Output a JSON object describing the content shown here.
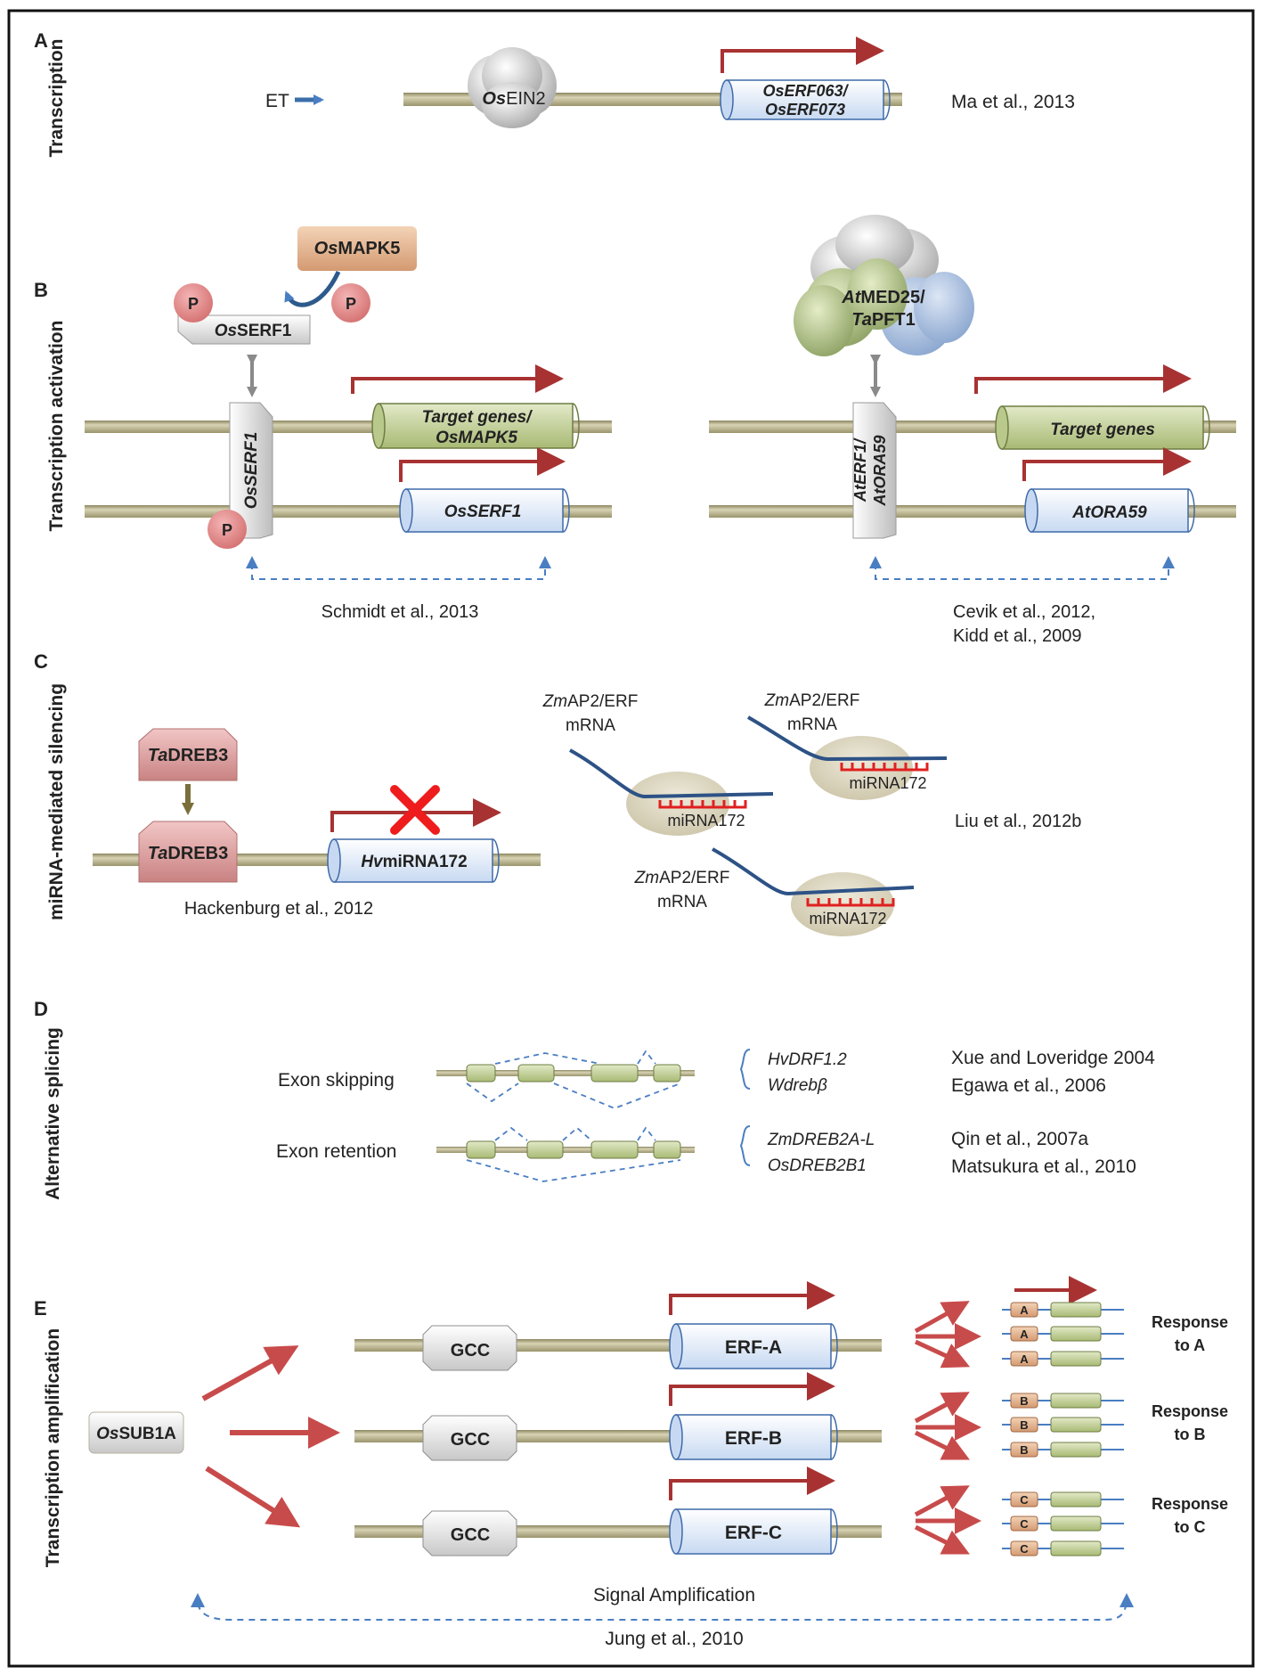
{
  "panels": {
    "A": {
      "letter": "A",
      "title": "Transcription",
      "signal": "ET",
      "protein_it": "Os",
      "protein": "EIN2",
      "gene_line1": "OsERF063/",
      "gene_line2": "OsERF073",
      "ref": "Ma et al., 2013"
    },
    "B": {
      "letter": "B",
      "title": "Transcription activation",
      "kinase_it": "Os",
      "kinase": "MAPK5",
      "phospho": "P",
      "serf_it": "Os",
      "serf": "SERF1",
      "tf_vertical": "OsSERF1",
      "target_line1": "Target genes/",
      "target_line2": "OsMAPK5",
      "serf_gene": "OsSERF1",
      "ref_left": "Schmidt et al., 2013",
      "med_it": "At",
      "med": "MED25/",
      "pft_it": "Ta",
      "pft": "PFT1",
      "erf_vertical_line1": "AtERF1/",
      "erf_vertical_line2": "AtORA59",
      "target_right": "Target genes",
      "ora_gene": "AtORA59",
      "ref_right_line1": "Cevik et al., 2012,",
      "ref_right_line2": "Kidd et al., 2009"
    },
    "C": {
      "letter": "C",
      "title": "miRNA-mediated silencing",
      "dreb_it": "Ta",
      "dreb": "DREB3",
      "mirna_gene_it": "Hv",
      "mirna_gene": "miRNA172",
      "ref_left": "Hackenburg  et al., 2012",
      "zm_it": "Zm",
      "zm": "AP2/ERF",
      "mrna": "mRNA",
      "mirna": "miRNA172",
      "ref_right": "Liu et al., 2012b"
    },
    "D": {
      "letter": "D",
      "title": "Alternative splicing",
      "row1_label": "Exon skipping",
      "row2_label": "Exon retention",
      "genes1": [
        "HvDRF1.2",
        "Wdrebβ"
      ],
      "genes2": [
        "ZmDREB2A-L",
        "OsDREB2B1"
      ],
      "refs1": [
        "Xue and Loveridge 2004",
        "Egawa et al., 2006"
      ],
      "refs2": [
        "Qin et al., 2007a",
        "Matsukura et al., 2010"
      ]
    },
    "E": {
      "letter": "E",
      "title": "Transcription amplification",
      "sub_it": "Os",
      "sub": "SUB1A",
      "element": "GCC",
      "rows": [
        {
          "erf": "ERF-A",
          "box": "A",
          "response_line1": "Response",
          "response_line2": "to A"
        },
        {
          "erf": "ERF-B",
          "box": "B",
          "response_line1": "Response",
          "response_line2": "to B"
        },
        {
          "erf": "ERF-C",
          "box": "C",
          "response_line1": "Response",
          "response_line2": "to C"
        }
      ],
      "signal": "Signal Amplification",
      "ref": "Jung et al., 2010"
    }
  },
  "colors": {
    "arrow_red": "#a83232",
    "dna": "#b7b08a",
    "gene_blue": "#dbe7f8",
    "gene_green": "#b9c98c",
    "dashed_blue": "#4a7ec2",
    "phospho": "#e08c8c",
    "kinase": "#e7b896",
    "dreb": "#d8a2a2",
    "mirna_red": "#e02020"
  }
}
